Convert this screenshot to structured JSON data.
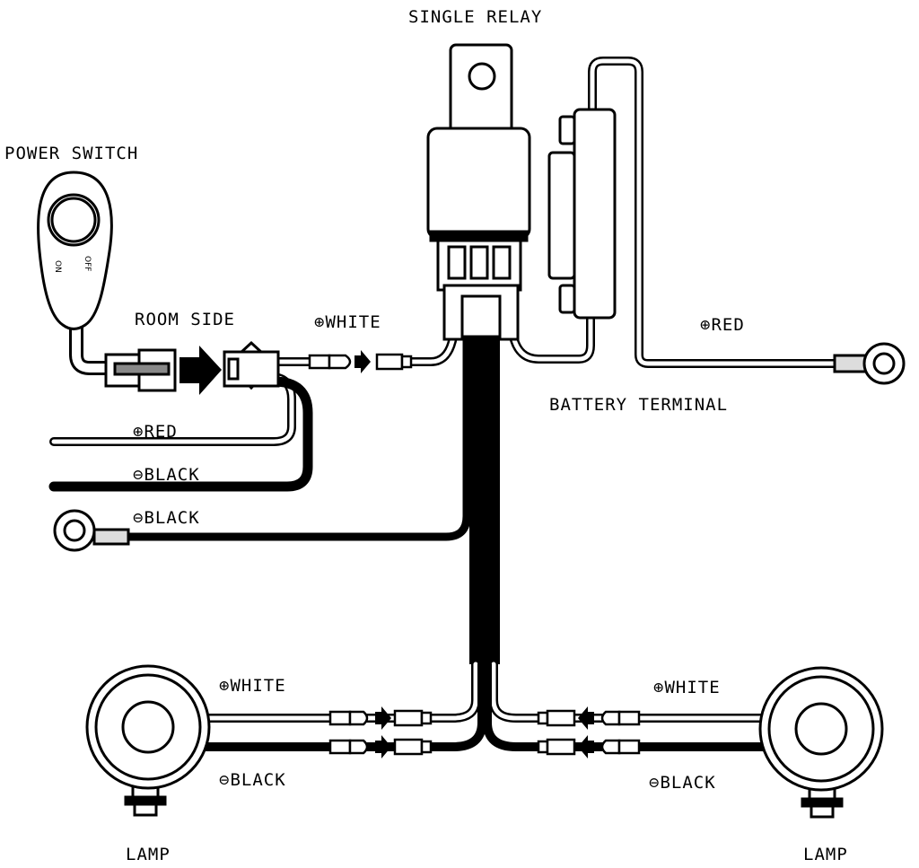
{
  "labels": {
    "single_relay": "SINGLE RELAY",
    "power_switch": "POWER SWITCH",
    "switch_on": "ON",
    "switch_off": "OFF",
    "room_side": "ROOM SIDE",
    "relay_white": "⊕WHITE",
    "fuse_red": "⊕RED",
    "battery_terminal": "BATTERY TERMINAL",
    "harness_red": "⊕RED",
    "harness_black": "⊖BLACK",
    "ground_black": "⊖BLACK",
    "left_white": "⊕WHITE",
    "left_black": "⊖BLACK",
    "right_white": "⊕WHITE",
    "right_black": "⊖BLACK",
    "left_lamp": "LAMP",
    "right_lamp": "LAMP"
  },
  "colors": {
    "line": "#000000",
    "background": "#ffffff"
  }
}
